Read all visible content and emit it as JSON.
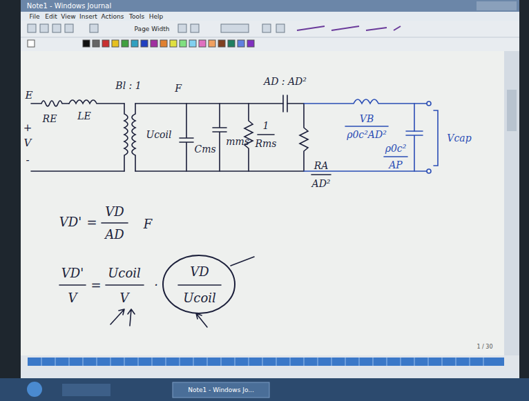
{
  "diagram": {
    "labels": [
      "Note1 - Windows Journal",
      "File",
      "Edit",
      "View",
      "Insert",
      "Actions",
      "Tools",
      "Help",
      "Page Width",
      "E",
      "+",
      "V",
      "-",
      "RE",
      "LE",
      "Bl : 1",
      "F",
      "Ucoil",
      "Cms",
      "mms",
      "1",
      "Rms",
      "AD : AD²",
      "RA",
      "AD²",
      "VB",
      "ρ0c²AD²",
      "ρ0c²",
      "AP",
      "Vcap",
      "VD'",
      "=",
      "VD",
      "AD",
      "F",
      "VD'",
      "V",
      "=",
      "Ucoil",
      "V",
      "·",
      "VD",
      "Ucoil",
      "1 / 30",
      "Note1 - Windows Jo..."
    ]
  }
}
